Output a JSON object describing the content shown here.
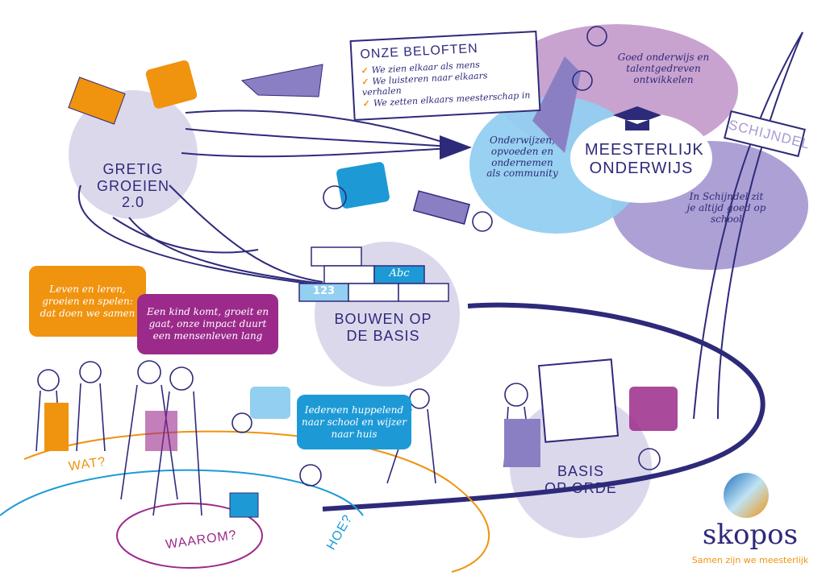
{
  "center": {
    "title_line1": "MEESTERLIJK",
    "title_line2": "ONDERWIJS"
  },
  "promises": {
    "title": "ONZE BELOFTEN",
    "items": [
      "We zien elkaar als mens",
      "We luisteren naar elkaars verhalen",
      "We zetten elkaars meesterschap in"
    ]
  },
  "venn": {
    "top": "Goed onderwijs en talentgedreven ontwikkelen",
    "left": "Onderwijzen, opvoeden en ondernemen als community",
    "right": "In Schijndel zit je altijd goed op school"
  },
  "sign": "SCHIJNDEL",
  "stages": {
    "gretig": {
      "line1": "GRETIG",
      "line2": "GROEIEN 2.0"
    },
    "bouwen": {
      "line1": "BOUWEN OP",
      "line2": "DE BASIS"
    },
    "basis": {
      "line1": "BASIS",
      "line2": "OP ORDE"
    }
  },
  "blocks": {
    "numbers": "123",
    "letters": "Abc"
  },
  "bubbles": {
    "orange": "Leven en leren, groeien en spelen: dat doen we samen",
    "purple": "Een kind komt, groeit en gaat, onze impact duurt een mensenleven lang",
    "blue": "Iedereen huppelend naar school en wijzer naar huis"
  },
  "labels": {
    "wat": "WAT?",
    "waarom": "WAAROM?",
    "hoe": "HOE?"
  },
  "logo": {
    "name": "skopos",
    "tagline": "Samen zijn we meesterlijk"
  },
  "colors": {
    "navy": "#2e2a7a",
    "orange": "#f0930f",
    "purple": "#9b2a8a",
    "blue": "#1d9ad6",
    "lilac": "#dcd8ec"
  }
}
